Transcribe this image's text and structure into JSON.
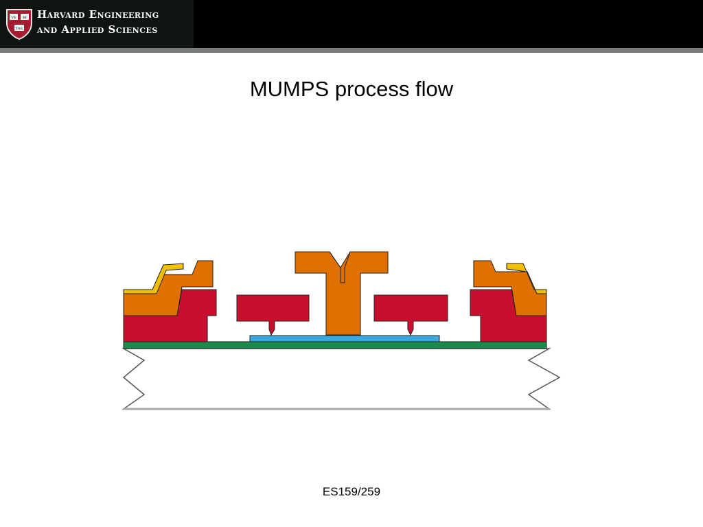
{
  "header": {
    "logo_line1": "Harvard Engineering",
    "logo_line2": "and Applied Sciences",
    "logo_shield_text_top": "VE RI",
    "logo_shield_text_bottom": "TAS"
  },
  "slide": {
    "title": "MUMPS process flow",
    "footer": "ES159/259"
  },
  "colors": {
    "header_bg": "#000000",
    "header_strip": "#7a7a7a",
    "shield_red": "#a51c30",
    "substrate": "#ffffff",
    "nitride": "#1a8a4a",
    "poly0": "#3aa8e0",
    "poly1": "#c8102e",
    "poly2": "#e07000",
    "metal": "#f0c000",
    "outline": "#222222"
  }
}
